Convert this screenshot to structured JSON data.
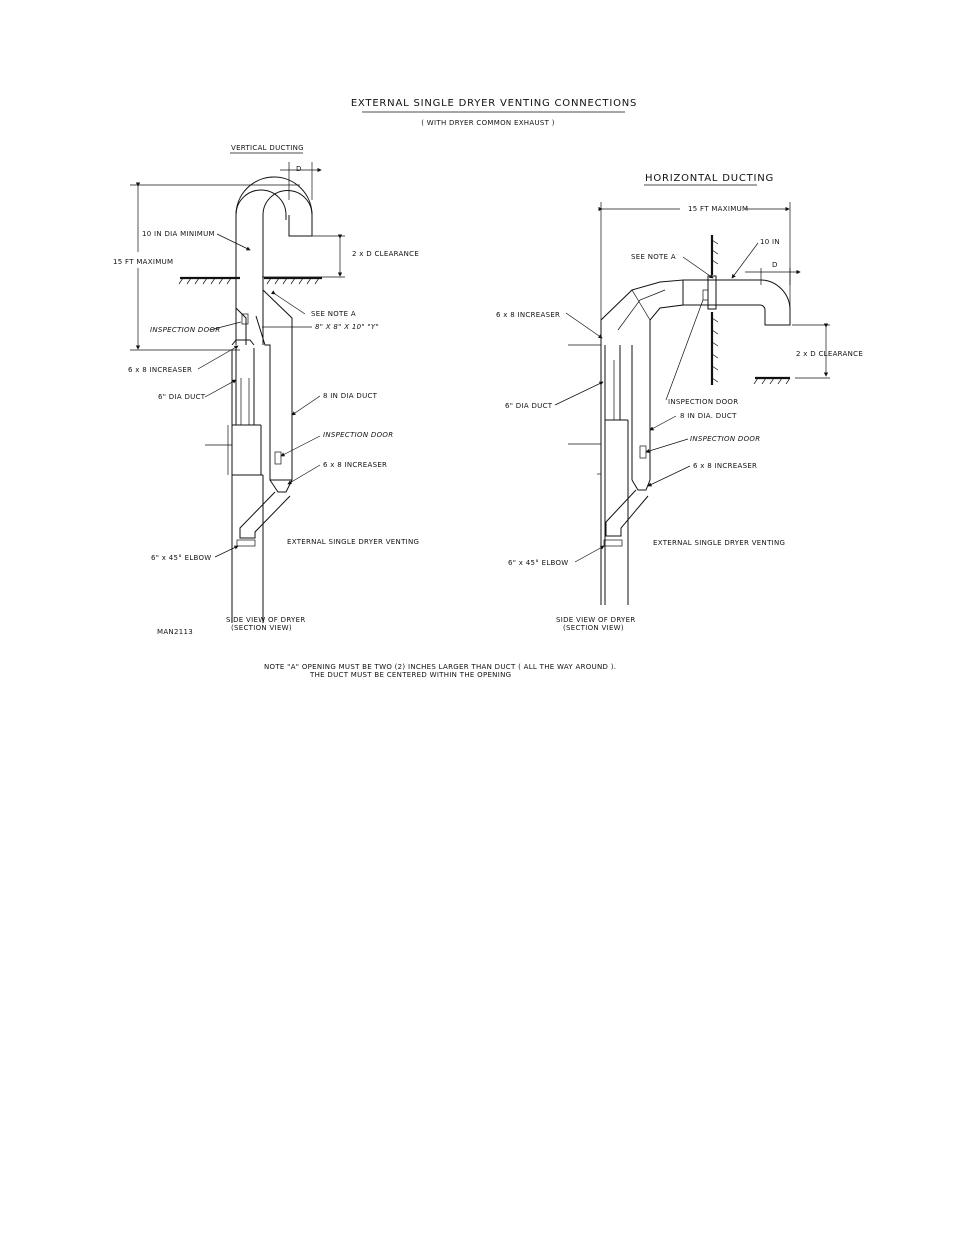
{
  "title": "EXTERNAL SINGLE DRYER VENTING CONNECTIONS",
  "subtitle": "( WITH DRYER COMMON EXHAUST )",
  "left": {
    "heading": "VERTICAL DUCTING",
    "d": "D",
    "max_height": "15 FT MAXIMUM",
    "min_dia": "10 IN DIA MINIMUM",
    "clearance": "2 x D CLEARANCE",
    "see_note": "SEE NOTE A",
    "tee": "8\" X 8\" X 10\" \"Y\"",
    "inspection_door_top": "INSPECTION DOOR",
    "increaser_top": "6 x 8 INCREASER",
    "duct6": "6\" DIA DUCT",
    "duct8": "8 IN DIA DUCT",
    "inspection_door_mid": "INSPECTION DOOR",
    "increaser_mid": "6 x 8 INCREASER",
    "venting": "EXTERNAL SINGLE DRYER VENTING",
    "elbow": "6\" x 45° ELBOW",
    "side_view": "SIDE VIEW OF DRYER",
    "section_view": "(SECTION VIEW)",
    "code": "MAN2113"
  },
  "right": {
    "heading": "HORIZONTAL DUCTING",
    "max_len": "15 FT MAXIMUM",
    "ten_in": "10 IN",
    "see_note": "SEE NOTE A",
    "d": "D",
    "increaser_top": "6 x 8 INCREASER",
    "clearance": "2 x D CLEARANCE",
    "duct6": "6\" DIA DUCT",
    "inspection_door_top": "INSPECTION DOOR",
    "duct8": "8 IN DIA. DUCT",
    "inspection_door_mid": "INSPECTION DOOR",
    "increaser_mid": "6 x 8 INCREASER",
    "venting": "EXTERNAL SINGLE DRYER VENTING",
    "elbow": "6\" x 45° ELBOW",
    "side_view": "SIDE VIEW OF DRYER",
    "section_view": "(SECTION VIEW)"
  },
  "note_line1": "NOTE \"A\" OPENING MUST BE TWO (2) INCHES LARGER THAN DUCT ( ALL THE WAY AROUND ).",
  "note_line2": "THE DUCT MUST BE CENTERED WITHIN THE OPENING"
}
